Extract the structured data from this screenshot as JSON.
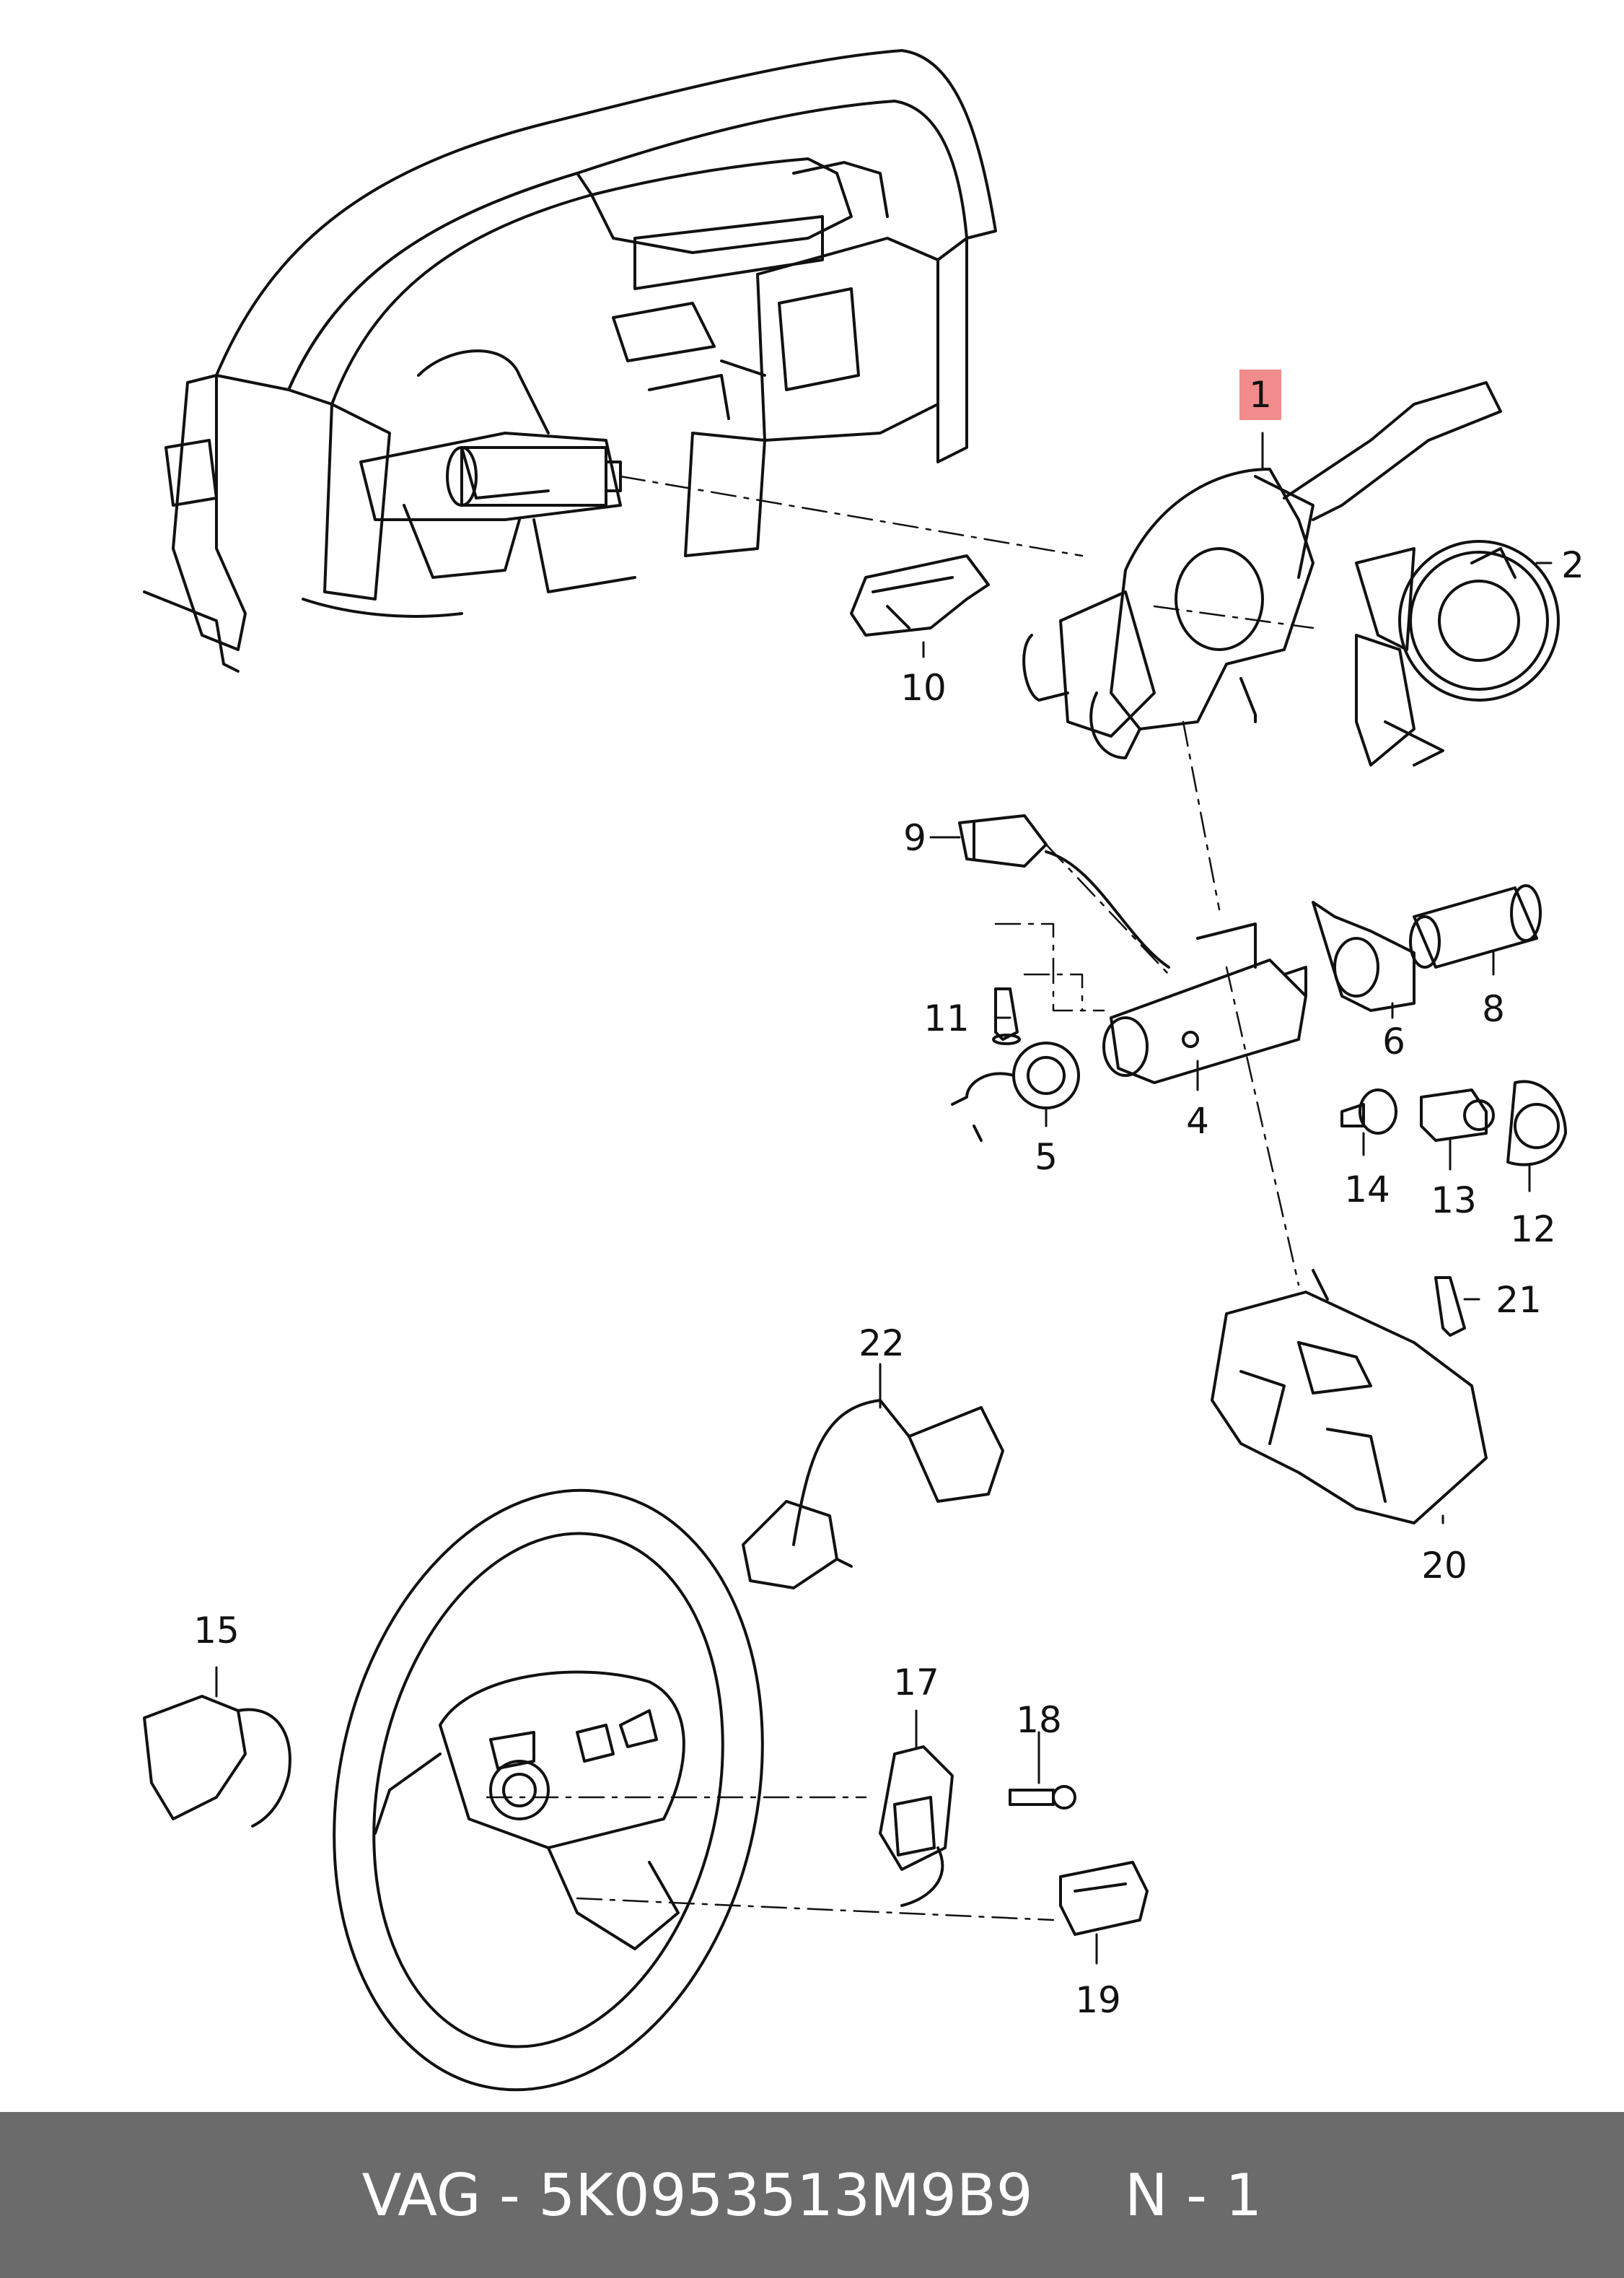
{
  "callouts": {
    "c1": "1",
    "c2": "2",
    "c4": "4",
    "c5": "5",
    "c6": "6",
    "c8": "8",
    "c9": "9",
    "c10": "10",
    "c11": "11",
    "c12": "12",
    "c13": "13",
    "c14": "14",
    "c15": "15",
    "c17": "17",
    "c18": "18",
    "c19": "19",
    "c20": "20",
    "c21": "21",
    "c22": "22"
  },
  "highlight_color": "#f28b8b",
  "footer": {
    "brand": "VAG",
    "separator": " - ",
    "part_number": "5K0953513M9B9",
    "item": "N - 1"
  }
}
